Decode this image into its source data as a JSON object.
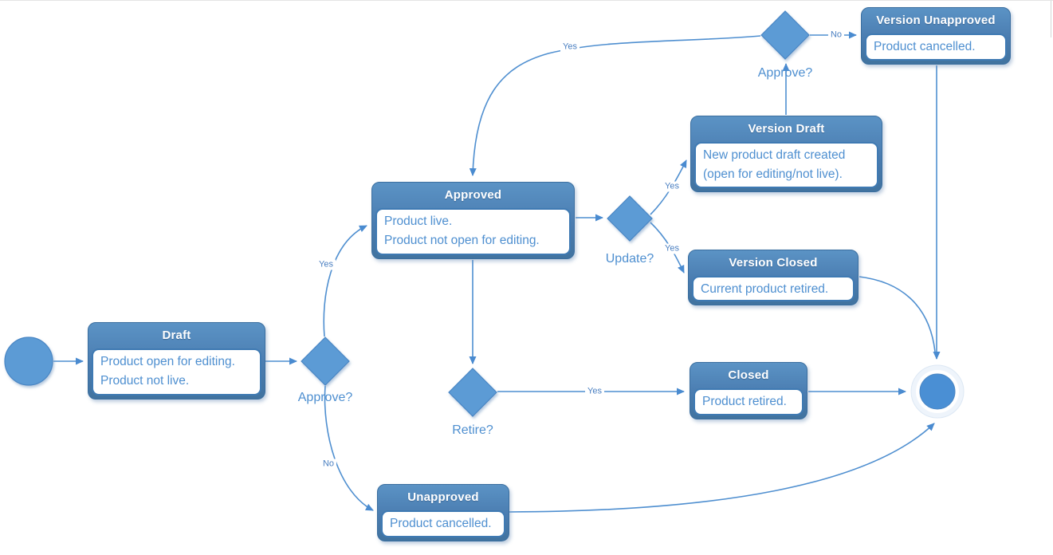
{
  "diagram": {
    "kind": "product-lifecycle-state-diagram",
    "colors": {
      "node_header_fill": "#4a7cb0",
      "node_border": "#3a6e9f",
      "node_body_text": "#4e8fd0",
      "diamond_fill": "#5b9bd5",
      "edge_stroke": "#4f8fd0",
      "label_text": "#4a7fc1"
    }
  },
  "states": {
    "draft": {
      "title": "Draft",
      "lines": [
        "Product open for editing.",
        "Product not live."
      ]
    },
    "approved": {
      "title": "Approved",
      "lines": [
        "Product live.",
        "Product not open for editing."
      ]
    },
    "version_draft": {
      "title": "Version Draft",
      "lines": [
        "New product draft created",
        "(open for editing/not live)."
      ]
    },
    "version_unapproved": {
      "title": "Version Unapproved",
      "lines": [
        "Product cancelled."
      ]
    },
    "version_closed": {
      "title": "Version Closed",
      "lines": [
        "Current product retired."
      ]
    },
    "closed": {
      "title": "Closed",
      "lines": [
        "Product retired."
      ]
    },
    "unapproved": {
      "title": "Unapproved",
      "lines": [
        "Product cancelled."
      ]
    }
  },
  "decisions": {
    "approve_first": "Approve?",
    "update": "Update?",
    "retire": "Retire?",
    "approve_version": "Approve?"
  },
  "edge_labels": {
    "approve_first_yes": "Yes",
    "approve_first_no": "No",
    "update_yes_to_version_draft": "Yes",
    "update_yes_to_version_closed": "Yes",
    "approve_version_yes": "Yes",
    "approve_version_no": "No",
    "retire_yes": "Yes"
  }
}
